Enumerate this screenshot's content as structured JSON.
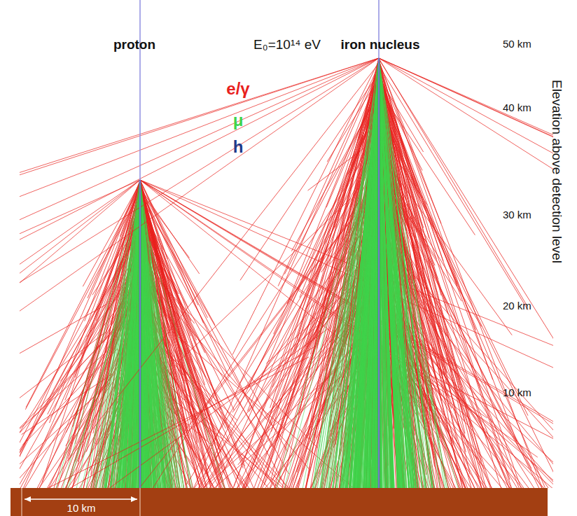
{
  "diagram": {
    "labels": [
      "proton",
      "E₀=10¹⁴ eV",
      "iron nucleus",
      "50 km",
      "40 km",
      "30 km",
      "20 km",
      "10 km",
      "Elevation above detection level",
      "10 km"
    ],
    "legend": [
      {
        "text": "e/γ",
        "color": "#e8211d"
      },
      {
        "text": "μ",
        "color": "#3fd34a"
      },
      {
        "text": "h",
        "color": "#1f3a8a"
      }
    ]
  }
}
